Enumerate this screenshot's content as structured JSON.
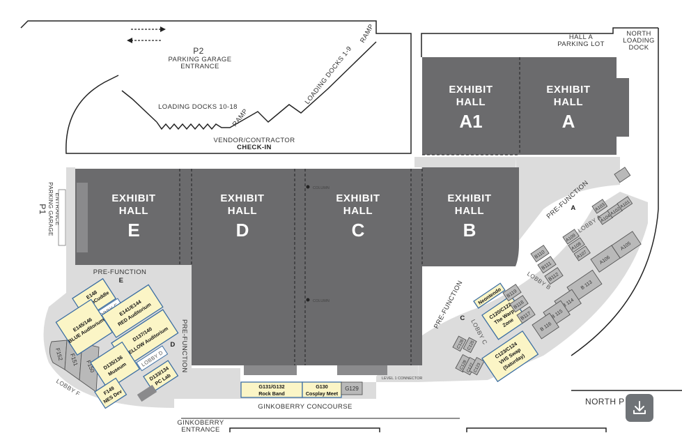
{
  "halls": {
    "a1": {
      "line1": "EXHIBIT",
      "line2": "HALL",
      "letter": "A1"
    },
    "a": {
      "line1": "EXHIBIT",
      "line2": "HALL",
      "letter": "A"
    },
    "b": {
      "line1": "EXHIBIT",
      "line2": "HALL",
      "letter": "B"
    },
    "c": {
      "line1": "EXHIBIT",
      "line2": "HALL",
      "letter": "C"
    },
    "d": {
      "line1": "EXHIBIT",
      "line2": "HALL",
      "letter": "D"
    },
    "e": {
      "line1": "EXHIBIT",
      "line2": "HALL",
      "letter": "E"
    }
  },
  "labels": {
    "p2_1": "P2",
    "p2_2": "PARKING GARAGE",
    "p2_3": "ENTRANCE",
    "ramp_top": "RAMP",
    "loading_1_9": "LOADING DOCKS 1-9",
    "loading_10_18": "LOADING DOCKS 10-18",
    "ramp_mid": "RAMP",
    "vendor_1": "VENDOR/CONTRACTOR",
    "vendor_2": "CHECK-IN",
    "hall_a_parking_1": "HALL A",
    "hall_a_parking_2": "PARKING LOT",
    "north_dock_1": "NORTH",
    "north_dock_2": "LOADING",
    "north_dock_3": "DOCK",
    "p1_1": "P1",
    "p1_2": "PARKING GARAGE",
    "p1_3": "ENTRANCE",
    "column_top": "COLUMN",
    "column_bottom": "COLUMN",
    "prefunction_e": "PRE-FUNCTION",
    "prefunction_e_letter": "E",
    "prefunction_d": "PRE-FUNCTION",
    "prefunction_d_letter": "D",
    "prefunction_c": "PRE-FUNCTION",
    "prefunction_c_letter": "C",
    "prefunction_a": "PRE-FUNCTION",
    "prefunction_a_letter": "A",
    "lobby_a": "LOBBY A",
    "lobby_b": "LOBBY B",
    "lobby_c": "LOBBY C",
    "lobby_d": "LOBBY D",
    "lobby_e": "LOBBY E",
    "lobby_f": "LOBBY F",
    "level1_connector": "LEVEL 1 CONNECTOR",
    "ginkoberry_concourse": "GINKOBERRY CONCOURSE",
    "ginkoberry_entrance_1": "GINKOBERRY",
    "ginkoberry_entrance_2": "ENTRANCE",
    "north_plaza": "NORTH P"
  },
  "rooms": {
    "e148": [
      "E148",
      "KittenCuddle"
    ],
    "e141": [
      "E141/E144",
      "RED Auditorium"
    ],
    "e145": [
      "E145/146",
      "BLUE Auditorium"
    ],
    "d137": [
      "D137/140",
      "YELLOW Auditorium"
    ],
    "d133": [
      "D133/134",
      "PC Lab"
    ],
    "d135": [
      "D135/136",
      "Museum"
    ],
    "f149": [
      "F149",
      "NES Dev"
    ],
    "g131": [
      "G131/G132",
      "Rock Band"
    ],
    "g130": [
      "G130",
      "Cosplay Meet"
    ],
    "neontendo": [
      "Neontendo"
    ],
    "c120": [
      "C120/C122",
      "The Warp",
      "Zone"
    ],
    "c123": [
      "C123/C124",
      "VHS Swap",
      "(Saturday)"
    ]
  },
  "gray_rooms": {
    "f152": "F152",
    "f151": "F151",
    "f150": "F150",
    "g129": "G129",
    "c125": "C125",
    "c126": "C126",
    "c127": "C127",
    "c128": "C128",
    "b110": "B110",
    "b111": "B111",
    "b112": "B112",
    "b119": "B119",
    "b118": "B118",
    "b117": "B117",
    "b113": "B 113",
    "b114": "B 114",
    "b115": "B 115",
    "b116": "B 116",
    "a103": "A103",
    "a104": "A104",
    "a102": "A102",
    "a101": "A101",
    "a109": "A109",
    "a108": "A108",
    "a107": "A107",
    "a106": "A106",
    "a105": "A105"
  },
  "controls": {
    "download_icon": "download-icon"
  },
  "colors": {
    "hall": "#6b6b6d",
    "corridor": "#dcdcdc",
    "room_fill": "#fbf5c6",
    "room_border": "#3d6fa3",
    "button": "#6f7377"
  }
}
